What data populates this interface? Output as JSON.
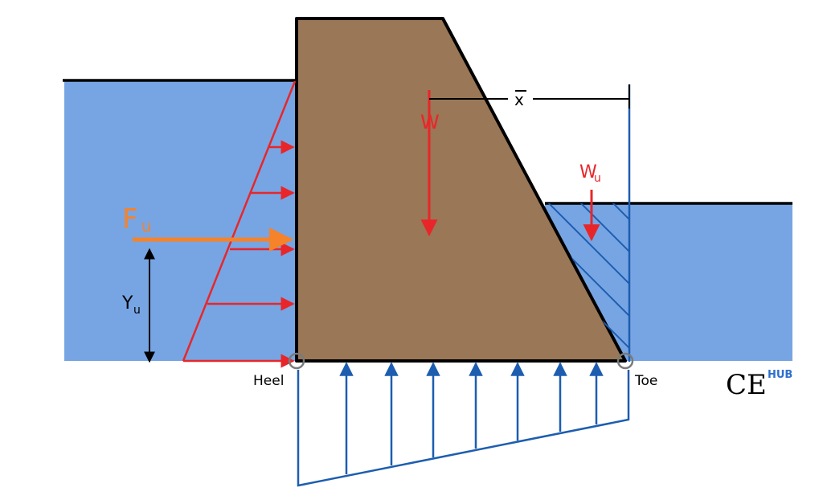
{
  "labels": {
    "weight": "W",
    "uplift_weight": "W",
    "uplift_weight_sub": "u",
    "force": "F",
    "force_sub": "u",
    "moment_arm": "Y",
    "moment_arm_sub": "u",
    "centroid_distance": "x",
    "heel": "Heel",
    "toe": "Toe"
  },
  "brand": {
    "main": "CE",
    "superscript": "HUB"
  },
  "colors": {
    "water": "#77a5e3",
    "dam": "#9a7756",
    "outline": "#000000",
    "pressure_red": "#e8262a",
    "force_orange": "#f6822a",
    "uplift_blue": "#1d5db0",
    "brand_blue": "#2f6fcf"
  }
}
